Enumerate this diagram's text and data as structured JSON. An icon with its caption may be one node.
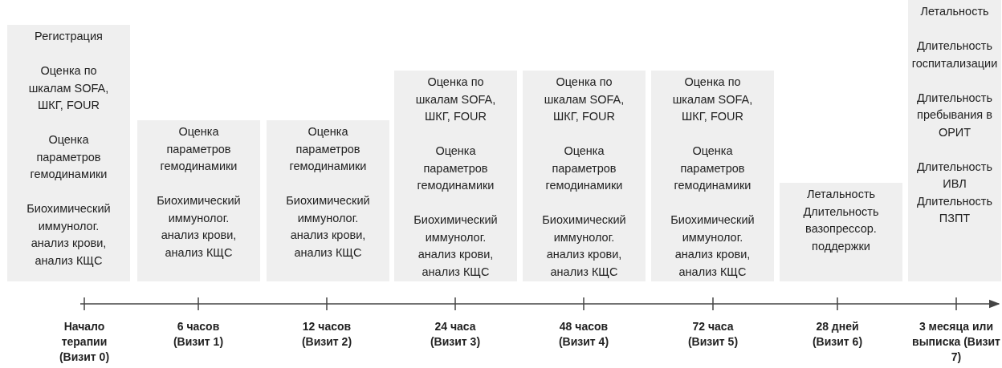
{
  "diagram": {
    "nodes": [
      {
        "text": [
          "Регистрация",
          "Оценка по шкалам SOFA, ШКГ, FOUR",
          "Оценка параметров гемодинамики",
          "Биохимический иммунолог. анализ крови, анализ КЩС"
        ]
      },
      {
        "text": [
          "Оценка параметров гемодинамики",
          "Биохимический иммунолог. анализ крови, анализ КЩС"
        ]
      },
      {
        "text": [
          "Оценка параметров гемодинамики",
          "Биохимический иммунолог. анализ крови, анализ КЩС"
        ]
      },
      {
        "text": [
          "Оценка по шкалам SOFA, ШКГ, FOUR",
          "Оценка параметров гемодинамики",
          "Биохимический иммунолог. анализ крови, анализ КЩС"
        ]
      },
      {
        "text": [
          "Оценка по шкалам SOFA, ШКГ, FOUR",
          "Оценка параметров гемодинамики",
          "Биохимический иммунолог. анализ крови, анализ КЩС"
        ]
      },
      {
        "text": [
          "Оценка по шкалам SOFA, ШКГ, FOUR",
          "Оценка параметров гемодинамики",
          "Биохимический иммунолог. анализ крови, анализ КЩС"
        ]
      },
      {
        "text": [
          "Летальность",
          "Длительность вазопрессор. поддержки"
        ]
      },
      {
        "text": [
          "Летальность",
          "Длительность госпитализации",
          "Длительность пребывания в ОРИТ",
          "Длительность ИВЛ",
          "Длительность ПЗПТ"
        ]
      }
    ],
    "labels": [
      "Начало терапии (Визит 0)",
      "6 часов (Визит 1)",
      "12 часов (Визит 2)",
      "24 часа (Визит 3)",
      "48 часов (Визит 4)",
      "72 часа (Визит 5)",
      "28 дней (Визит 6)",
      "3 месяца или выписка (Визит 7)"
    ]
  }
}
